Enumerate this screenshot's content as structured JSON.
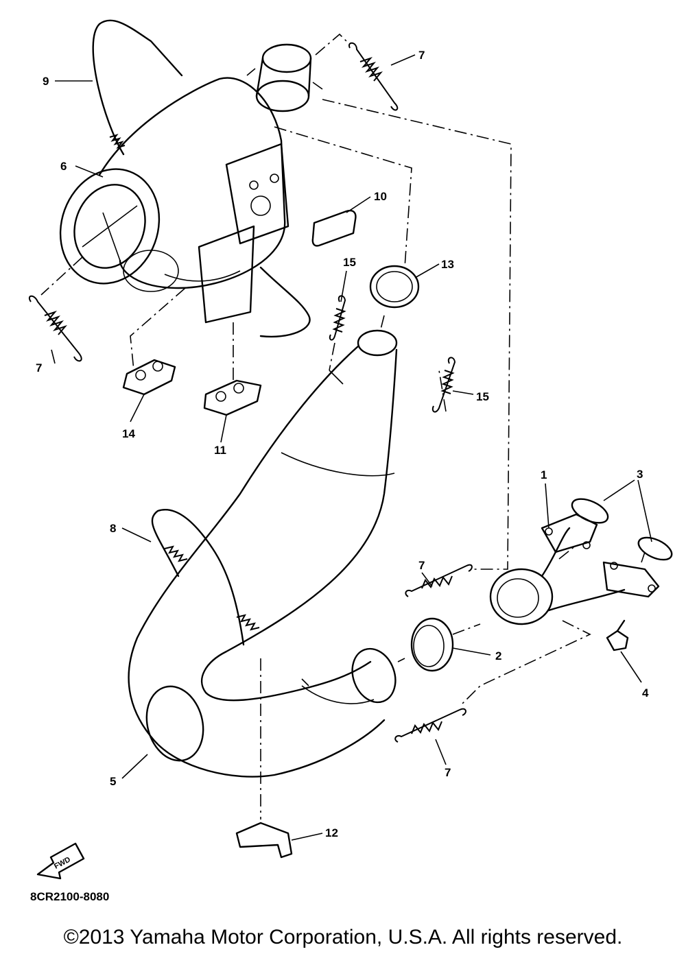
{
  "callouts": {
    "c1": "1",
    "c2": "2",
    "c3": "3",
    "c4": "4",
    "c5": "5",
    "c6": "6",
    "c7": "7",
    "c8": "8",
    "c9": "9",
    "c10": "10",
    "c11": "11",
    "c12": "12",
    "c13": "13",
    "c14": "14",
    "c15": "15"
  },
  "fwd_label": "FWD",
  "diagram_code": "8CR2100-8080",
  "copyright": "©2013 Yamaha Motor Corporation, U.S.A. All rights reserved."
}
